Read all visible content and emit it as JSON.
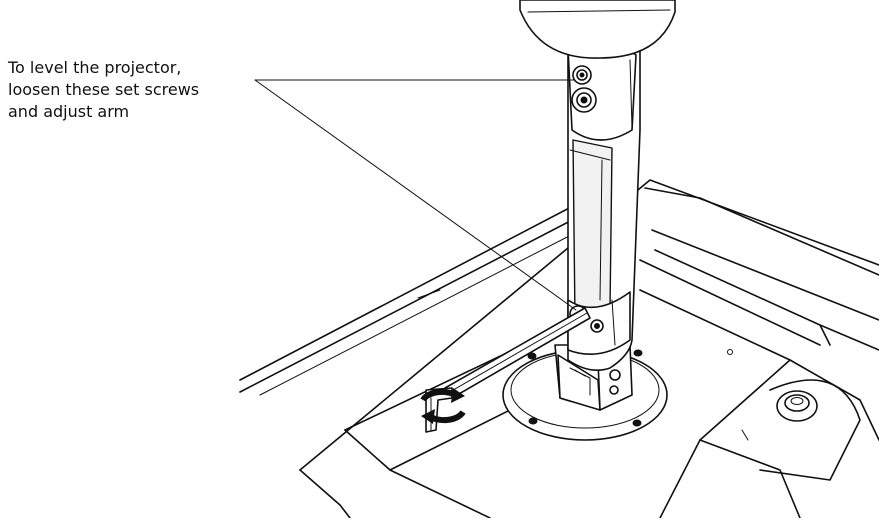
{
  "callout": {
    "lines": [
      "To level the projector,",
      "loosen these set screws",
      "and adjust arm"
    ]
  },
  "icons": {
    "rotation": "rotate-arrows-icon",
    "hex_key": "allen-wrench-icon"
  },
  "colors": {
    "line": "#111111",
    "background": "#ffffff"
  }
}
